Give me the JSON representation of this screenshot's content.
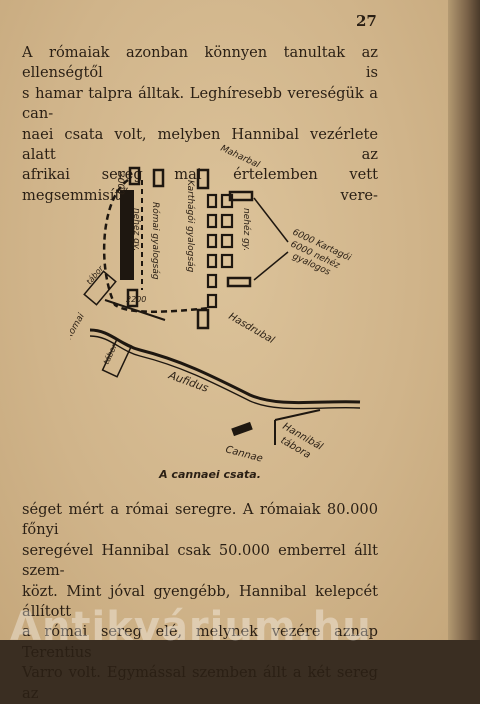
{
  "page_number": "27",
  "top_paragraph": [
    "A rómaiak azonban könnyen tanultak az ellenségtől is",
    "s hamar talpra álltak. Leghíresebb vereségük a can-",
    "naei csata volt, melyben Hannibal vezérlete alatt az",
    "afrikai sereg mai értelemben vett megsemmisítő vere-"
  ],
  "map_labels": {
    "maharbal": "Maharbal",
    "cav_3000": "3000",
    "roman_infantry": "Római gyalogság",
    "heavy_inf_left": "nehéz gy.",
    "heavy_inf_right": "nehéz gy.",
    "carthaginian_inf": "Karthágói gyalogság",
    "kartagoi_heavy": "6000 Kartagói",
    "kartagoi_heavy_2": "6000 nehéz",
    "kartagoi_heavy_3": "gyalogos",
    "camp_top": "tábor",
    "cav_2200": "2200",
    "romai": "Római",
    "camp_bottom": "tábor",
    "hasdrubal": "Hasdrubal",
    "aufidus": "Aufidus",
    "cannae": "Cannae",
    "hannibal_camp_1": "Hannibál",
    "hannibal_camp_2": "tábora"
  },
  "caption": "A cannaei csata.",
  "bottom_paragraph": [
    "séget mért a római seregre. A rómaiak 80.000 főnyi",
    "seregével Hannibal csak 50.000 emberrel állt szem-",
    "közt. Mint jóval gyengébb, Hannibal kelepcét állított",
    "a római sereg elé, melynek vezére aznap Terentius",
    "Varro volt. Egymással szemben állt a két sereg az"
  ],
  "watermark": "Antikvárium.hu"
}
